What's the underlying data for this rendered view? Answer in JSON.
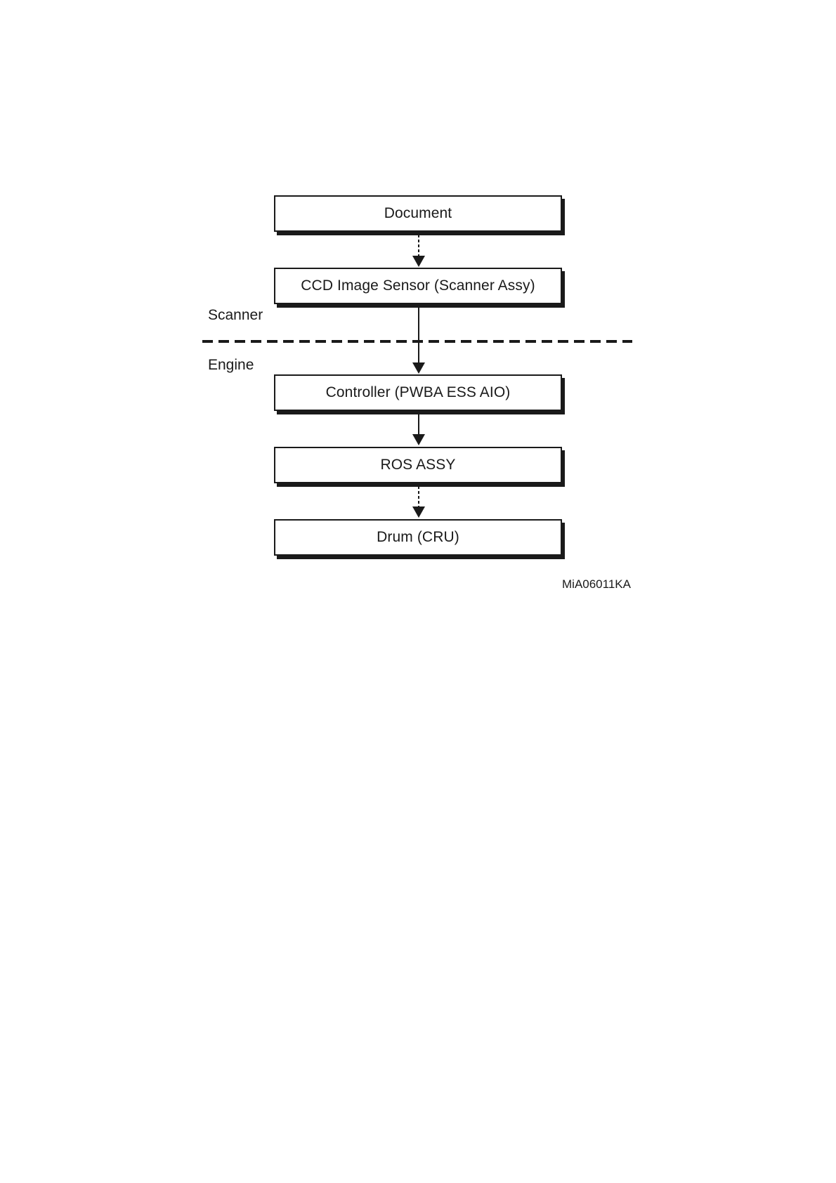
{
  "nodes": [
    {
      "id": "document",
      "label": "Document"
    },
    {
      "id": "ccd",
      "label": "CCD Image Sensor (Scanner Assy)"
    },
    {
      "id": "controller",
      "label": "Controller (PWBA ESS AIO)"
    },
    {
      "id": "ros",
      "label": "ROS ASSY"
    },
    {
      "id": "drum",
      "label": "Drum (CRU)"
    }
  ],
  "edges": [
    {
      "from": "document",
      "to": "ccd",
      "style": "dotted"
    },
    {
      "from": "ccd",
      "to": "controller",
      "style": "solid"
    },
    {
      "from": "controller",
      "to": "ros",
      "style": "solid"
    },
    {
      "from": "ros",
      "to": "drum",
      "style": "dotted"
    }
  ],
  "zones": {
    "upper": "Scanner",
    "lower": "Engine"
  },
  "figure_id": "MiA06011KA"
}
